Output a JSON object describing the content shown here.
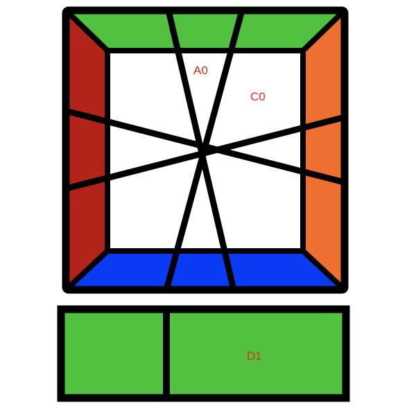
{
  "colors": {
    "top": "#52c13f",
    "bottom": "#0b3af5",
    "left": "#b2231a",
    "right": "#ee7030",
    "center": "#ffffff",
    "slice_piece": "#52c13f",
    "outline": "#000000",
    "label": "#e02d1e"
  },
  "labels": {
    "a0": "A0",
    "c0": "C0",
    "d1": "D1"
  }
}
